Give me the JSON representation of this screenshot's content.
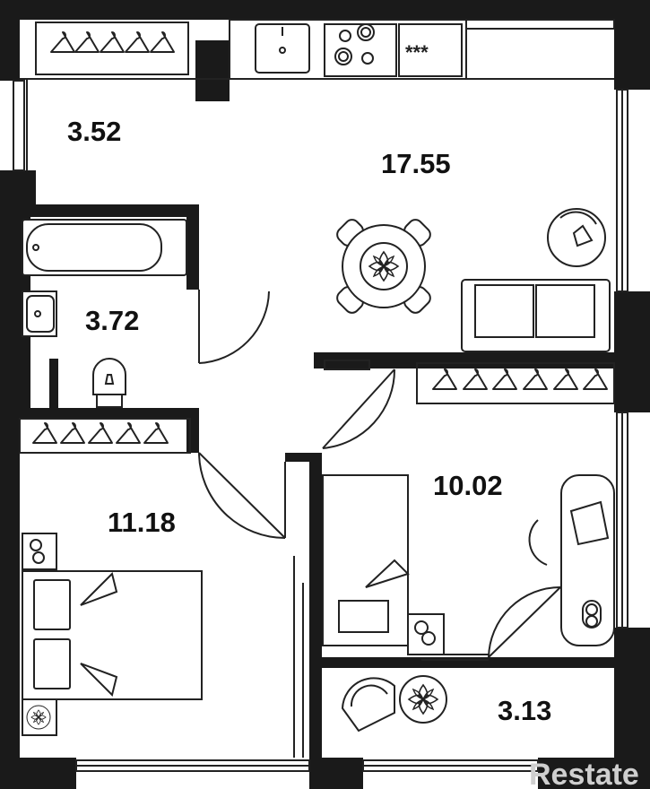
{
  "plan": {
    "rooms": [
      {
        "id": "hall",
        "area": "3.52"
      },
      {
        "id": "kitchen-living",
        "area": "17.55"
      },
      {
        "id": "bathroom",
        "area": "3.72"
      },
      {
        "id": "bedroom",
        "area": "11.18"
      },
      {
        "id": "kids-room",
        "area": "10.02"
      },
      {
        "id": "balcony",
        "area": "3.13"
      }
    ]
  },
  "stove_panel": "***",
  "watermark": "Restate",
  "colors": {
    "wall": "#1a1a1a",
    "line": "#222222",
    "background": "#ffffff",
    "watermark": "#cfcfcf"
  }
}
